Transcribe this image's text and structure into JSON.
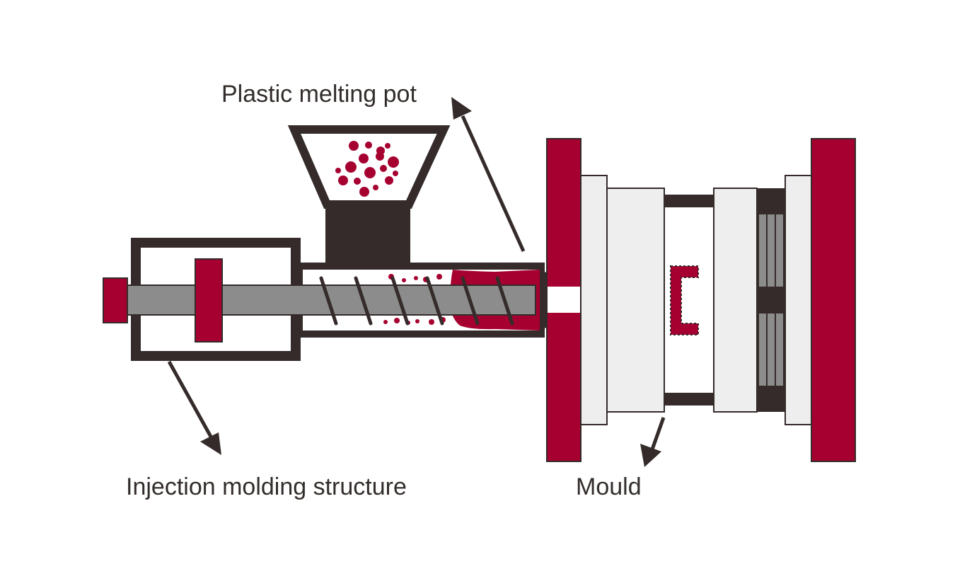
{
  "labels": {
    "plastic_melting_pot": "Plastic melting pot",
    "injection_molding_structure": "Injection molding structure",
    "mould": "Mould"
  },
  "colors": {
    "dark": "#342b2a",
    "crimson": "#a60030",
    "gray": "#8c8c8c",
    "light": "#eeeeee",
    "mid_gray": "#7a7a7a"
  }
}
